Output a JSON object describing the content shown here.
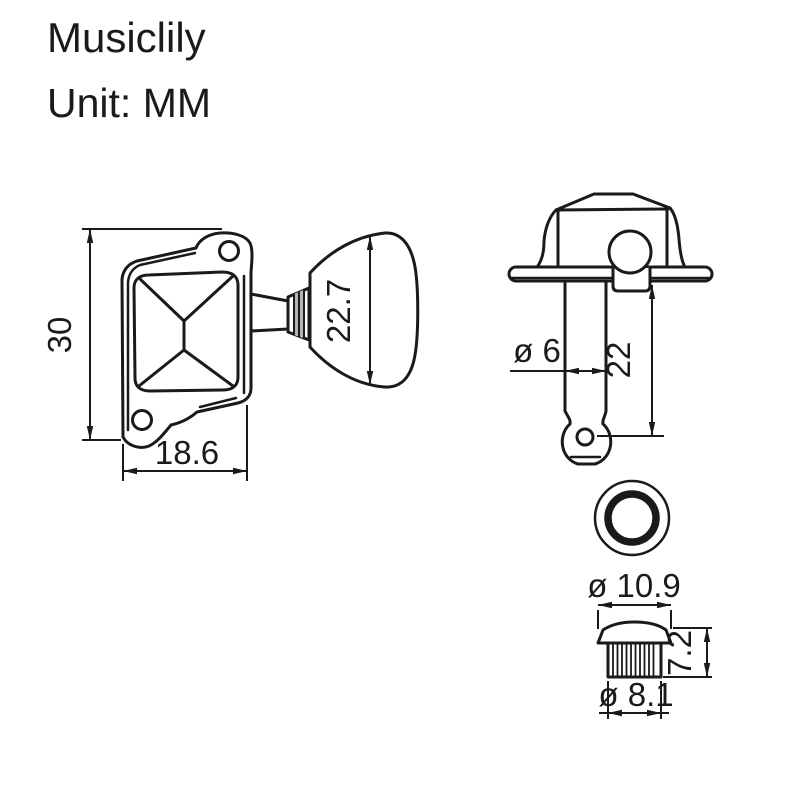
{
  "header": {
    "brand": "Musiclily",
    "unit_label": "Unit: MM"
  },
  "dimensions": {
    "housing_height": "30",
    "housing_width": "18.6",
    "button_height": "22.7",
    "post_diameter": "ø 6",
    "post_length": "22",
    "bushing_outer_diameter": "ø 10.9",
    "bushing_height": "7.2",
    "bushing_body_diameter": "ø 8.1"
  },
  "colors": {
    "line": "#1a1a1a",
    "background": "#ffffff"
  }
}
